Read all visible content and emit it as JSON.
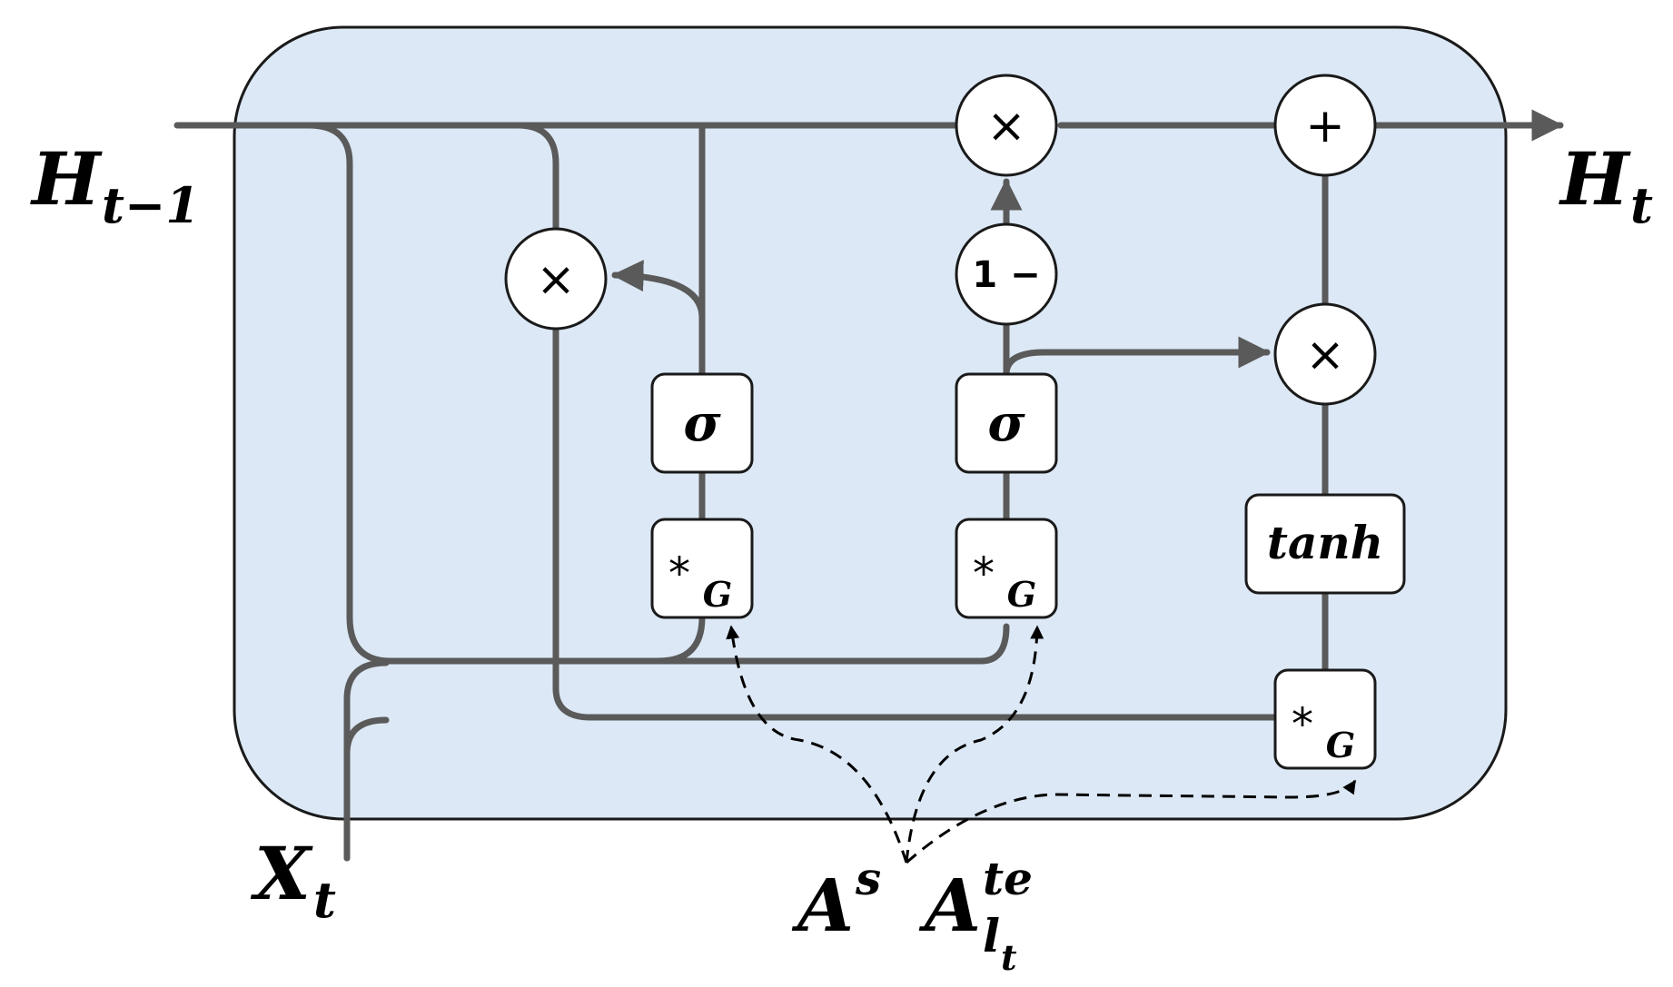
{
  "colors": {
    "cell_fill": "#dce8f5",
    "cell_border": "#1a1a1a",
    "wire": "#5a5a5a",
    "node_fill": "#ffffff",
    "text": "#000000"
  },
  "labels": {
    "h_prev_base": "H",
    "h_prev_sub": "t−1",
    "h_out_base": "H",
    "h_out_sub": "t",
    "x_base": "X",
    "x_sub": "t",
    "a_s_base": "A",
    "a_s_sup": "s",
    "a_te_base": "A",
    "a_te_sup": "te",
    "a_te_sub": "l",
    "a_te_subsub": "t"
  },
  "nodes": {
    "reset_multiply": "×",
    "top_multiply": "×",
    "top_plus": "+",
    "one_minus": "1 −",
    "candidate_multiply": "×"
  },
  "boxes": {
    "sigma_reset": "σ",
    "sigma_update": "σ",
    "tanh": "tanh",
    "gconv_reset_star": "*",
    "gconv_reset_sub": "G",
    "gconv_update_star": "*",
    "gconv_update_sub": "G",
    "gconv_cand_star": "*",
    "gconv_cand_sub": "G"
  }
}
